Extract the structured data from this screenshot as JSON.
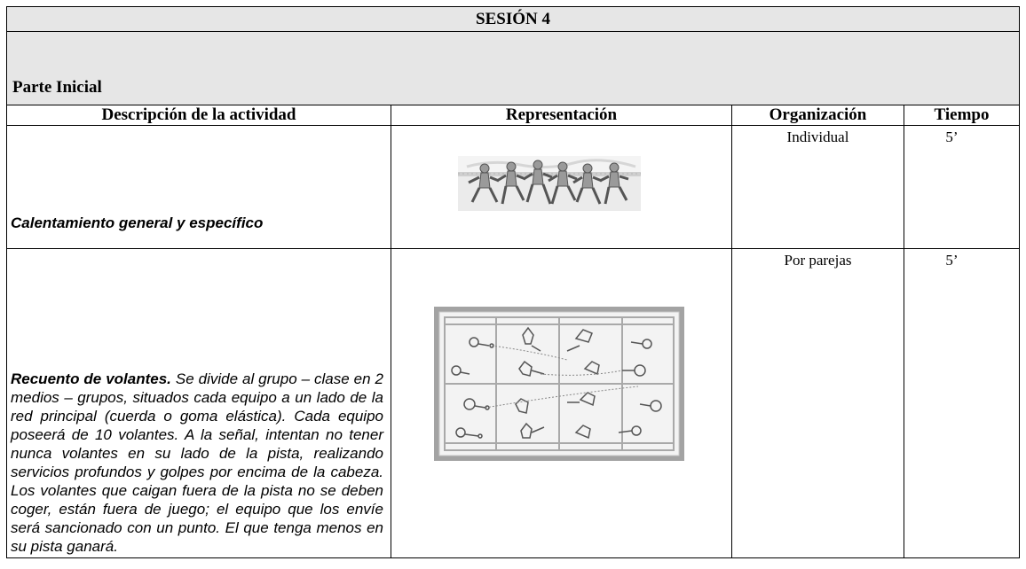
{
  "session_title": "SESIÓN 4",
  "part_title": "Parte Inicial",
  "columns": [
    "Descripción de la actividad",
    "Representación",
    "Organización",
    "Tiempo"
  ],
  "rows": [
    {
      "description_bold": "Calentamiento general y específico",
      "description_rest": "",
      "image": "runners-warmup-illustration",
      "organization": "Individual",
      "time": "5’"
    },
    {
      "description_bold": "Recuento de volantes.",
      "description_rest": " Se divide al grupo – clase en 2 medios – grupos, situados cada equipo a un lado de la red principal (cuerda o goma elástica). Cada equipo poseerá de 10 volantes. A la señal, intentan no tener nunca volantes en su lado de la pista, realizando servicios profundos y golpes por encima de la cabeza. Los volantes que caigan fuera de la pista no se deben coger, están fuera de juego; el equipo que los envíe será sancionado con un punto. El que tenga menos en su pista ganará.",
      "image": "badminton-court-diagram",
      "organization": "Por parejas",
      "time": "5’"
    }
  ]
}
